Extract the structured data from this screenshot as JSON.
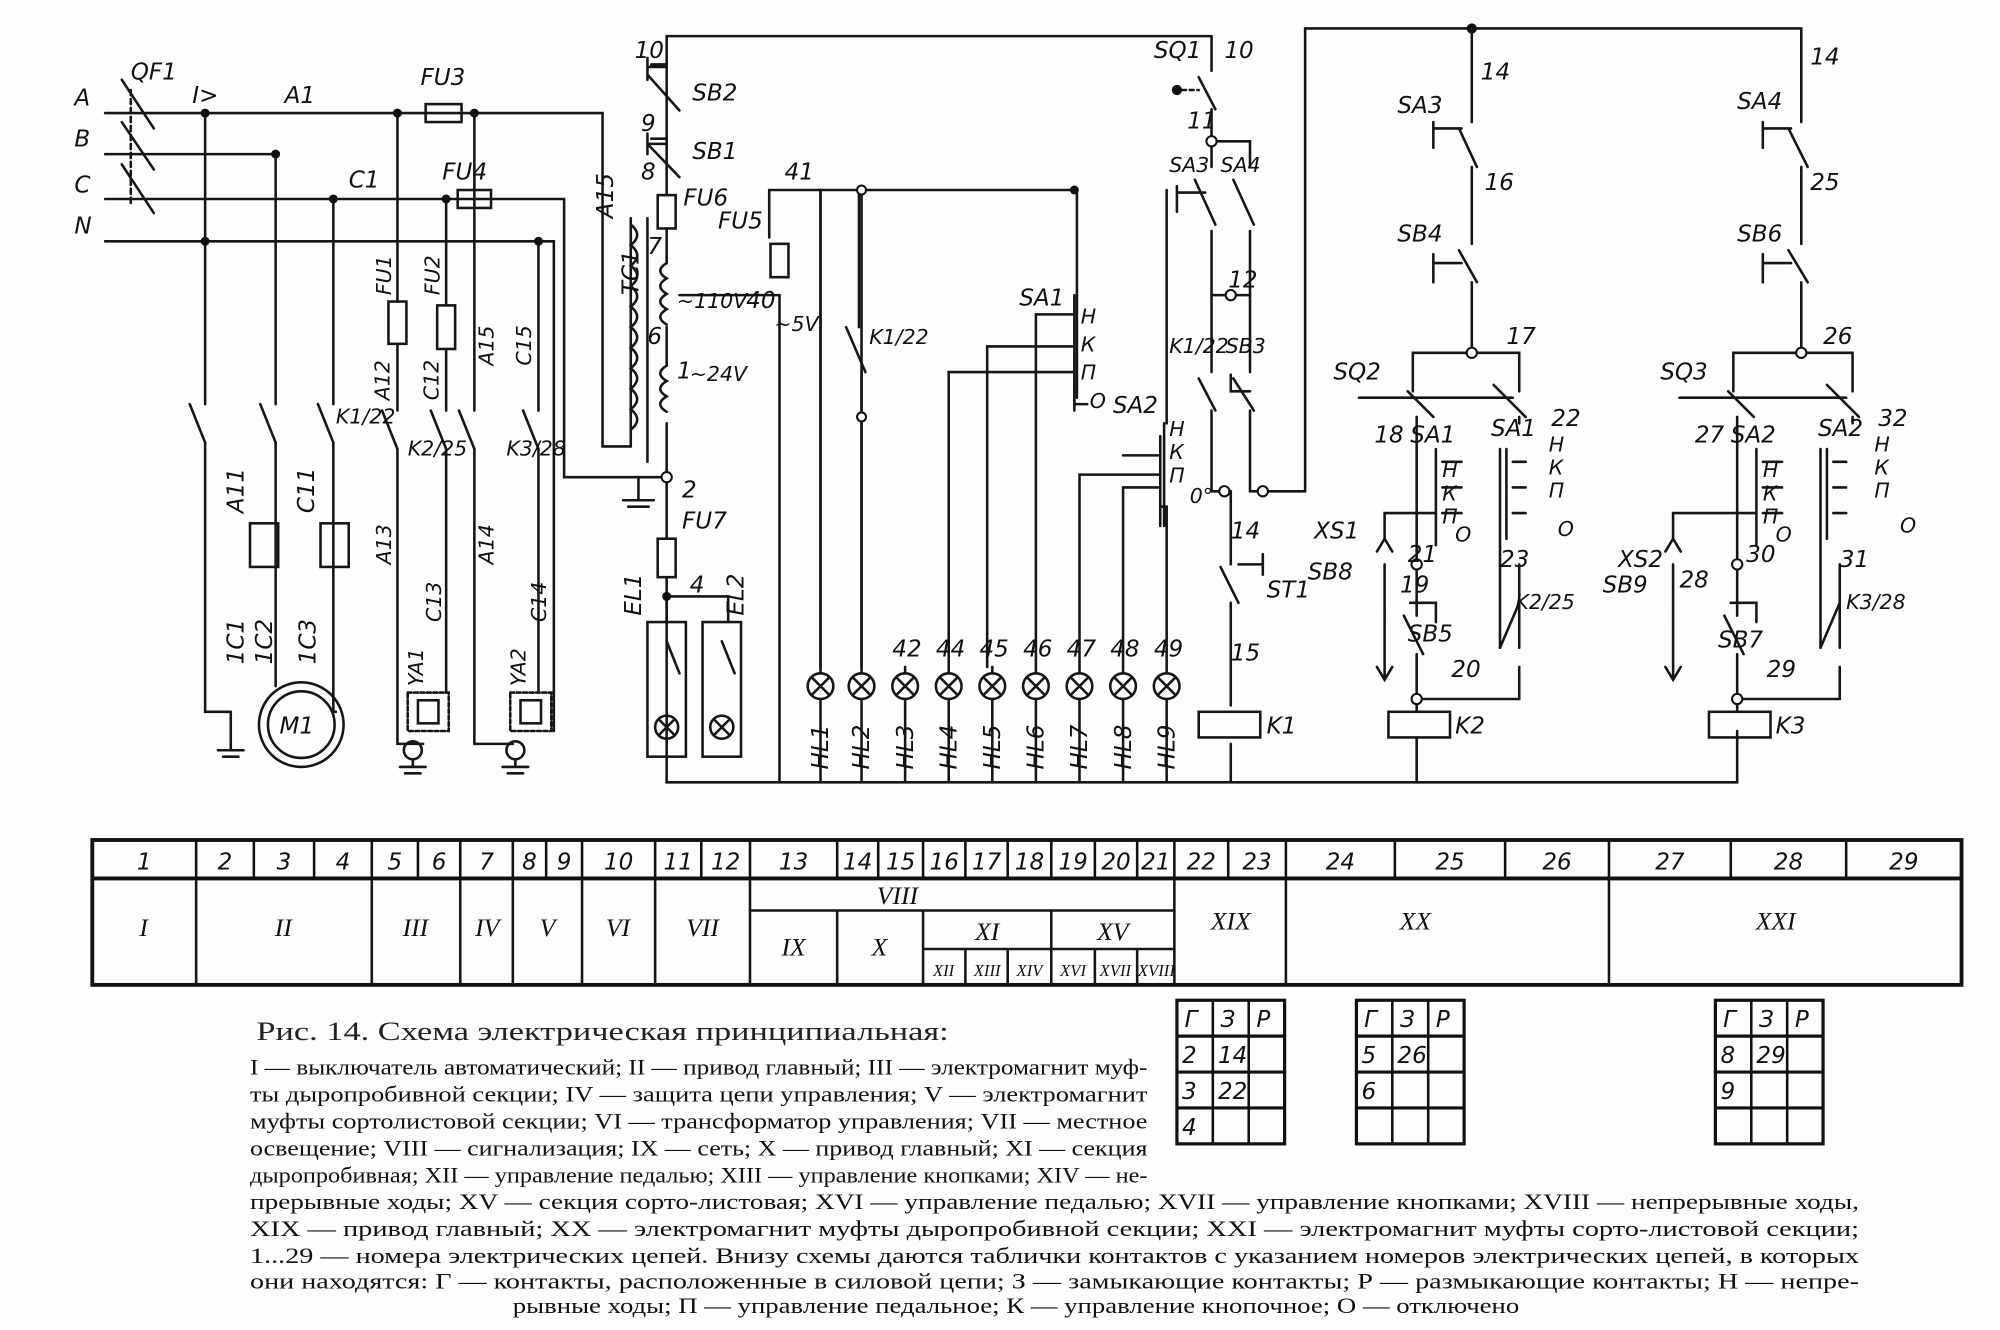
{
  "schematic": {
    "l": {
      "A": "A",
      "B": "B",
      "C": "C",
      "N": "N",
      "qf1": "QF1",
      "itrip": "I>",
      "a1": "A1",
      "fu3": "FU3",
      "c1": "C1",
      "fu4": "FU4",
      "a15": "A15",
      "tc1": "TC1",
      "fu1": "FU1",
      "fu2": "FU2",
      "a12": "A12",
      "c12": "C12",
      "a15b": "A15",
      "c15": "C15",
      "k1_22": "K1/22",
      "k2_25": "K2/25",
      "k3_28": "K3/28",
      "a11": "A11",
      "c11": "C11",
      "c1_1": "1C1",
      "c1_2": "1C2",
      "c1_3": "1C3",
      "m1": "M1",
      "a13": "A13",
      "ya1": "YA1",
      "c13": "C13",
      "a14": "A14",
      "ya2": "YA2",
      "c14": "C14",
      "w10": "10",
      "w9": "9",
      "w8": "8",
      "w7": "7",
      "w6": "6",
      "w1": "1",
      "w2": "2",
      "w4": "4",
      "w40": "40",
      "w41": "41",
      "v110": "~110V",
      "v24": "~24V",
      "v5": "~5V",
      "sb2": "SB2",
      "sb1": "SB1",
      "fu5": "FU5",
      "fu6": "FU6",
      "fu7": "FU7",
      "el1": "EL1",
      "el2": "EL2",
      "k1_22v": "K1/22",
      "sa1": "SA1",
      "sa2": "SA2",
      "n": "Н",
      "k": "К",
      "p": "П",
      "o": "O",
      "o0": "0°",
      "hl": [
        "HL1",
        "HL2",
        "HL3",
        "HL4",
        "HL5",
        "HL6",
        "HL7",
        "HL8",
        "HL9"
      ],
      "hlw": [
        "42",
        "44",
        "45",
        "46",
        "47",
        "48",
        "49"
      ],
      "sq1": "SQ1",
      "w10b": "10",
      "w11": "11",
      "sa3": "SA3",
      "sa4": "SA4",
      "w12": "12",
      "sb3": "SB3",
      "k1_22c": "K1/22",
      "w14": "14",
      "st1": "ST1",
      "w15": "15",
      "k1": "K1",
      "r14a": "14",
      "sa3b": "SA3",
      "w16": "16",
      "sb4": "SB4",
      "w17": "17",
      "sq2": "SQ2",
      "w18": "18",
      "sa1b": "SA1",
      "sa1c": "SA1",
      "w22": "22",
      "xs1": "XS1",
      "sb8": "SB8",
      "w19": "19",
      "w21": "21",
      "w23": "23",
      "sb5": "SB5",
      "k2_25b": "K2/25",
      "w20": "20",
      "k2": "K2",
      "r14b": "14",
      "sa4b": "SA4",
      "w25": "25",
      "sb6": "SB6",
      "w26": "26",
      "sq3": "SQ3",
      "w27": "27",
      "sa2b": "SA2",
      "sa2c": "SA2",
      "w32": "32",
      "xs2": "XS2",
      "sb9": "SB9",
      "w28": "28",
      "w30": "30",
      "w31": "31",
      "sb7": "SB7",
      "k3_28b": "K3/28",
      "w29": "29",
      "k3": "K3"
    }
  },
  "zone_table": {
    "circuits": [
      "1",
      "2",
      "3",
      "4",
      "5",
      "6",
      "7",
      "8",
      "9",
      "10",
      "11",
      "12",
      "13",
      "14",
      "15",
      "16",
      "17",
      "18",
      "19",
      "20",
      "21",
      "22",
      "23",
      "24",
      "25",
      "26",
      "27",
      "28",
      "29"
    ],
    "zones": {
      "I": "I",
      "II": "II",
      "III": "III",
      "IV": "IV",
      "V": "V",
      "VI": "VI",
      "VII": "VII",
      "VIII": "VIII",
      "IX": "IX",
      "X": "X",
      "XI": "XI",
      "XV": "XV",
      "XII": "XII",
      "XIII": "XIII",
      "XIV": "XIV",
      "XVI": "XVI",
      "XVII": "XVII",
      "XVIII": "XVIII",
      "XIX": "XIX",
      "XX": "XX",
      "XXI": "XXI"
    }
  },
  "contact_tables": [
    {
      "header": [
        "Г",
        "З",
        "Р"
      ],
      "rows": [
        [
          "2",
          "14",
          ""
        ],
        [
          "3",
          "22",
          ""
        ],
        [
          "4",
          "",
          ""
        ]
      ]
    },
    {
      "header": [
        "Г",
        "З",
        "Р"
      ],
      "rows": [
        [
          "5",
          "26",
          ""
        ],
        [
          "6",
          "",
          ""
        ],
        [
          "",
          "",
          ""
        ]
      ]
    },
    {
      "header": [
        "Г",
        "З",
        "Р"
      ],
      "rows": [
        [
          "8",
          "29",
          ""
        ],
        [
          "9",
          "",
          ""
        ],
        [
          "",
          "",
          ""
        ]
      ]
    }
  ],
  "caption": {
    "title": "Рис. 14. Схема электрическая принципиальная:",
    "lines": [
      "I — выключатель автоматический; II — привод главный; III — электромагнит муф-",
      "ты дыропробивной секции; IV — защита цепи управления; V — электромагнит",
      "муфты сортолистовой секции; VI — трансформатор управления; VII — местное",
      "освещение; VIII — сигнализация; IX — сеть; X — привод главный; XI — секция",
      "дыропробивная; XII — управление педалью; XIII — управление кнопками; XIV — не-",
      "прерывные ходы; XV — секция сорто-листовая; XVI — управление педалью; XVII — управление кнопками; XVIII — непрерывные ходы,",
      "XIX — привод главный; XX — электромагнит муфты дыропробивной секции; XXI — электромагнит муфты сорто-листовой секции;",
      "1...29 — номера электрических цепей. Внизу схемы даются таблички контактов с указанием номеров электрических цепей, в которых",
      "они находятся: Г — контакты, расположенные в силовой цепи; З — замыкающие контакты; Р — размыкающие контакты; Н — непре-",
      "рывные ходы; П — управление педальное; К — управление кнопочное; О — отключено"
    ]
  }
}
